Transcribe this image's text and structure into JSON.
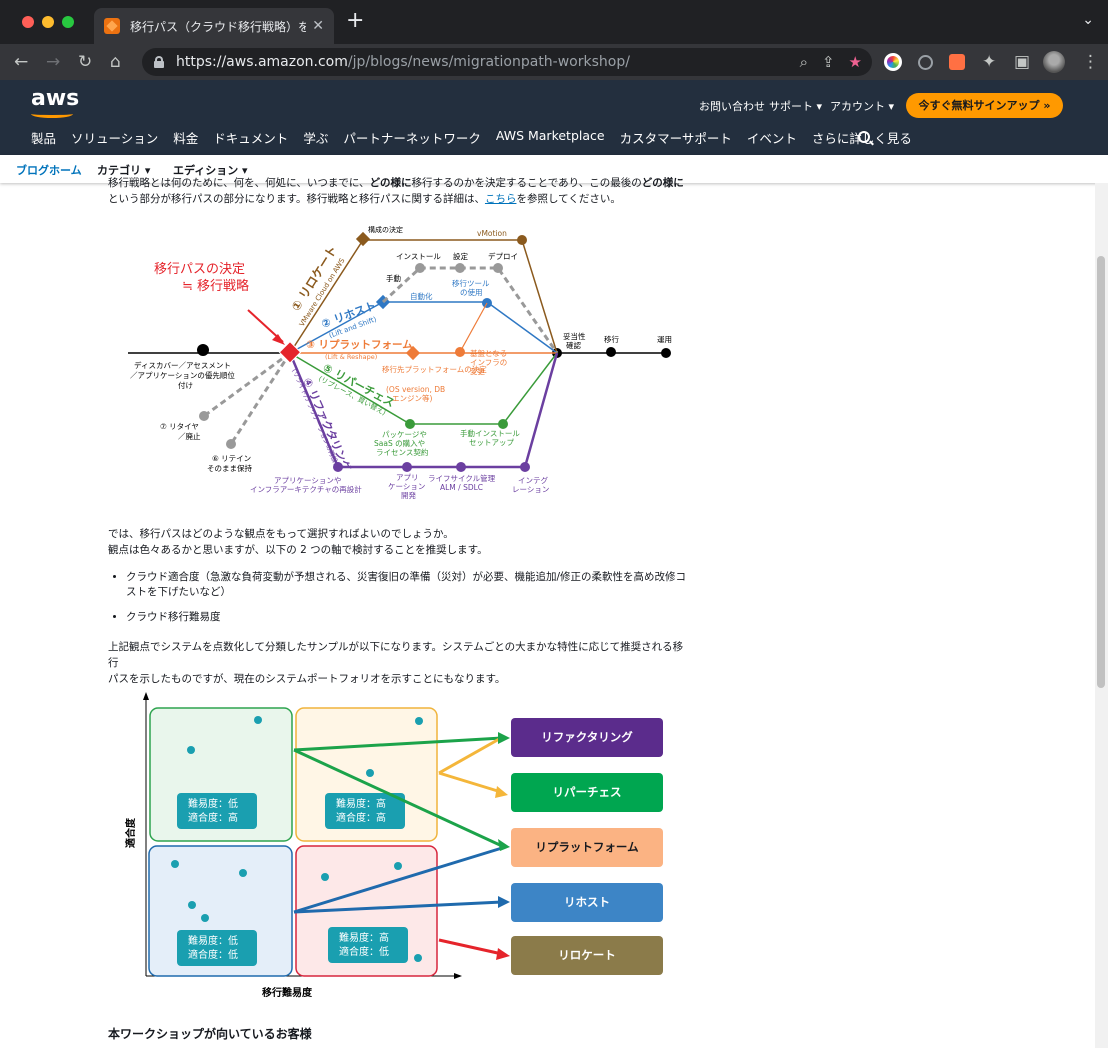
{
  "browser": {
    "tab_title": "移行パス（クラウド移行戦略）をワ",
    "url_host": "https://aws.amazon.com",
    "url_path": "/jp/blogs/news/migrationpath-workshop/"
  },
  "aws_header": {
    "logo": "aws",
    "contact": "お問い合わせ",
    "support": "サポート ▾",
    "account": "アカウント ▾",
    "signup": "今すぐ無料サインアップ »",
    "nav": [
      "製品",
      "ソリューション",
      "料金",
      "ドキュメント",
      "学ぶ",
      "パートナーネットワーク",
      "AWS Marketplace",
      "カスタマーサポート",
      "イベント",
      "さらに詳しく見る"
    ]
  },
  "subnav": {
    "home": "ブログホーム",
    "category": "カテゴリ ▾",
    "edition": "エディション ▾"
  },
  "article": {
    "intro_line1_start": "移行戦略とは何のために、何を、何処に、いつまでに、",
    "intro_line1_bold": "どの様に",
    "intro_line1_end": "移行するのかを決定することであり、この最後の",
    "intro_line1_bold2": "どの様に",
    "intro_line2_start": "という部分が移行パスの部分になります。移行戦略と移行パスに関する詳細は、",
    "intro_link": "こちら",
    "intro_line2_end": "を参照してください。",
    "para2_line1": "では、移行パスはどのような観点をもって選択すればよいのでしょうか。",
    "para2_line2": "観点は色々あるかと思いますが、以下の 2 つの軸で検討することを推奨します。",
    "bullets": [
      "クラウド適合度（急激な負荷変動が予想される、災害復旧の準備（災対）が必要、機能追加/修正の柔軟性を高め改修コストを下げたいなど）",
      "クラウド移行難易度"
    ],
    "para3_line1": "上記観点でシステムを点数化して分類したサンプルが以下になります。システムごとの大まかな特性に応じて推奨される移行",
    "para3_line2": "パスを示したものですが、現在のシステムポートフォリオを示すことにもなります。",
    "next_heading": "本ワークショップが向いているお客様"
  },
  "diagram1": {
    "headline1": "移行パスの決定",
    "headline2": "≒ 移行戦略",
    "discover": "ディスカバー／アセスメント",
    "discover2": "／アプリケーションの優先順位",
    "discover3": "付け",
    "retire": "⑦ リタイヤ",
    "retire2": "／廃止",
    "retain": "⑥ リテイン",
    "retain2": "そのまま保持",
    "relocate": "① リロケート",
    "relocate_sub": "VMware Cloud on AWS",
    "rehost": "② リホスト",
    "rehost_sub": "(Lift and Shift)",
    "replatform": "③ リプラットフォーム",
    "replatform_sub": "(Lift & Reshape)",
    "repurchase": "⑤ リパーチェス",
    "repurchase_sub": "(リプレース、買い替え)",
    "refactor": "④ リファクタリング",
    "refactor_sub": "(リライト/アプリケーションの再設計)",
    "config": "構成の決定",
    "vmotion": "vMotion",
    "install": "インストール",
    "setting": "設定",
    "deploy": "デプロイ",
    "manual": "手動",
    "automation": "自動化",
    "tool": "移行ツール",
    "tool2": "の使用",
    "target": "移行先プラットフォームの決定",
    "target2": "(OS version, DB",
    "target3": "エンジン等)",
    "infra": "基盤となる",
    "infra2": "インフラの",
    "infra3": "変更",
    "package": "パッケージや",
    "package2": "SaaS の購入や",
    "package3": "ライセンス契約",
    "manual_install": "手動インストール",
    "manual_install2": "セットアップ",
    "app_redesign": "アプリケーションや",
    "app_redesign2": "インフラアーキテクチャの再設計",
    "app_dev": "アプリ",
    "app_dev2": "ケーション",
    "app_dev3": "開発",
    "alm": "ライフサイクル管理",
    "alm2": "ALM / SDLC",
    "integ": "インテグ",
    "integ2": "レーション",
    "validate": "妥当性",
    "validate2": "確認",
    "migrate": "移行",
    "operate": "運用"
  },
  "diagram2": {
    "yaxis": "適合度",
    "xaxis": "移行難易度",
    "q_tl1": "難易度：低",
    "q_tl2": "適合度：高",
    "q_tr1": "難易度：高",
    "q_tr2": "適合度：高",
    "q_bl1": "難易度：低",
    "q_bl2": "適合度：低",
    "q_br1": "難易度：高",
    "q_br2": "適合度：低",
    "b_refactor": "リファクタリング",
    "b_repurchase": "リパーチェス",
    "b_replatform": "リプラットフォーム",
    "b_rehost": "リホスト",
    "b_relocate": "リロケート"
  },
  "colors": {
    "aws_dark": "#232f3e",
    "aws_orange": "#ff9900",
    "refactor": "#5b2c8c",
    "repurchase": "#00a650",
    "replatform": "#fbb383",
    "rehost": "#3d85c6",
    "relocate": "#8b7b4a"
  }
}
